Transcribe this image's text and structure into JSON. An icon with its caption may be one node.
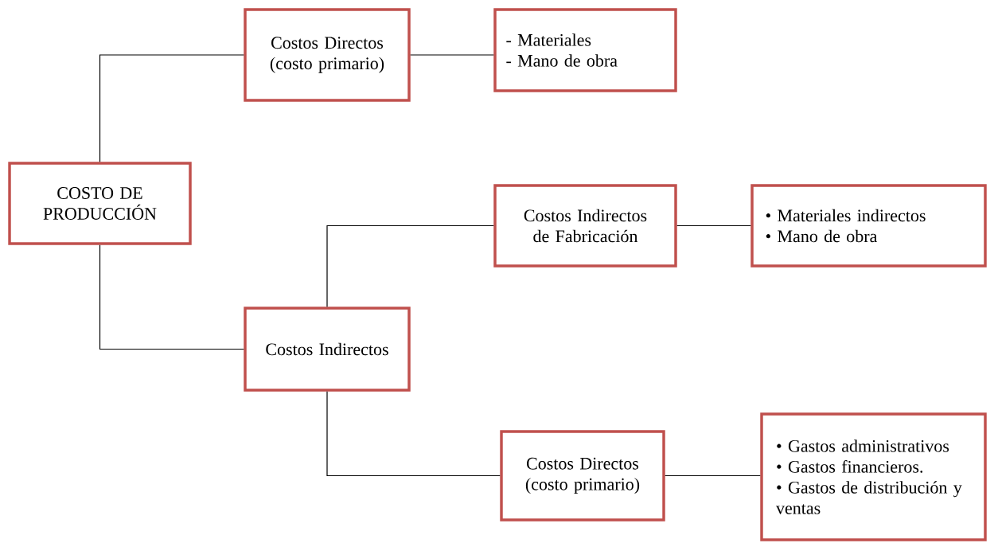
{
  "diagram": {
    "nodes": [
      {
        "text": [
          "COSTO DE PRODUCCIÓN"
        ]
      },
      {
        "text": [
          "Costos Directos (costo primario)"
        ]
      },
      {
        "text": [
          "- Materiales",
          "- Mano de obra"
        ]
      },
      {
        "text": [
          "Costos Indirectos de Fabricación"
        ]
      },
      {
        "text": [
          "• Materiales indirectos",
          "• Mano de obra"
        ]
      },
      {
        "text": [
          "Costos Indirectos"
        ]
      },
      {
        "text": [
          "Costos Directos (costo primario)"
        ]
      },
      {
        "text": [
          "• Gastos administrativos",
          "• Gastos financieros.",
          "• Gastos de distribución y ventas"
        ]
      }
    ],
    "edges": [
      {
        "from": 0,
        "to": 1,
        "arrow": "none"
      },
      {
        "from": 1,
        "to": 2,
        "arrow": "none"
      },
      {
        "from": 0,
        "to": 5,
        "arrow": "none"
      },
      {
        "from": 5,
        "to": 3,
        "arrow": "none"
      },
      {
        "from": 3,
        "to": 4,
        "arrow": "none"
      },
      {
        "from": 5,
        "to": 6,
        "arrow": "none"
      },
      {
        "from": 6,
        "to": 7,
        "arrow": "none"
      }
    ]
  }
}
